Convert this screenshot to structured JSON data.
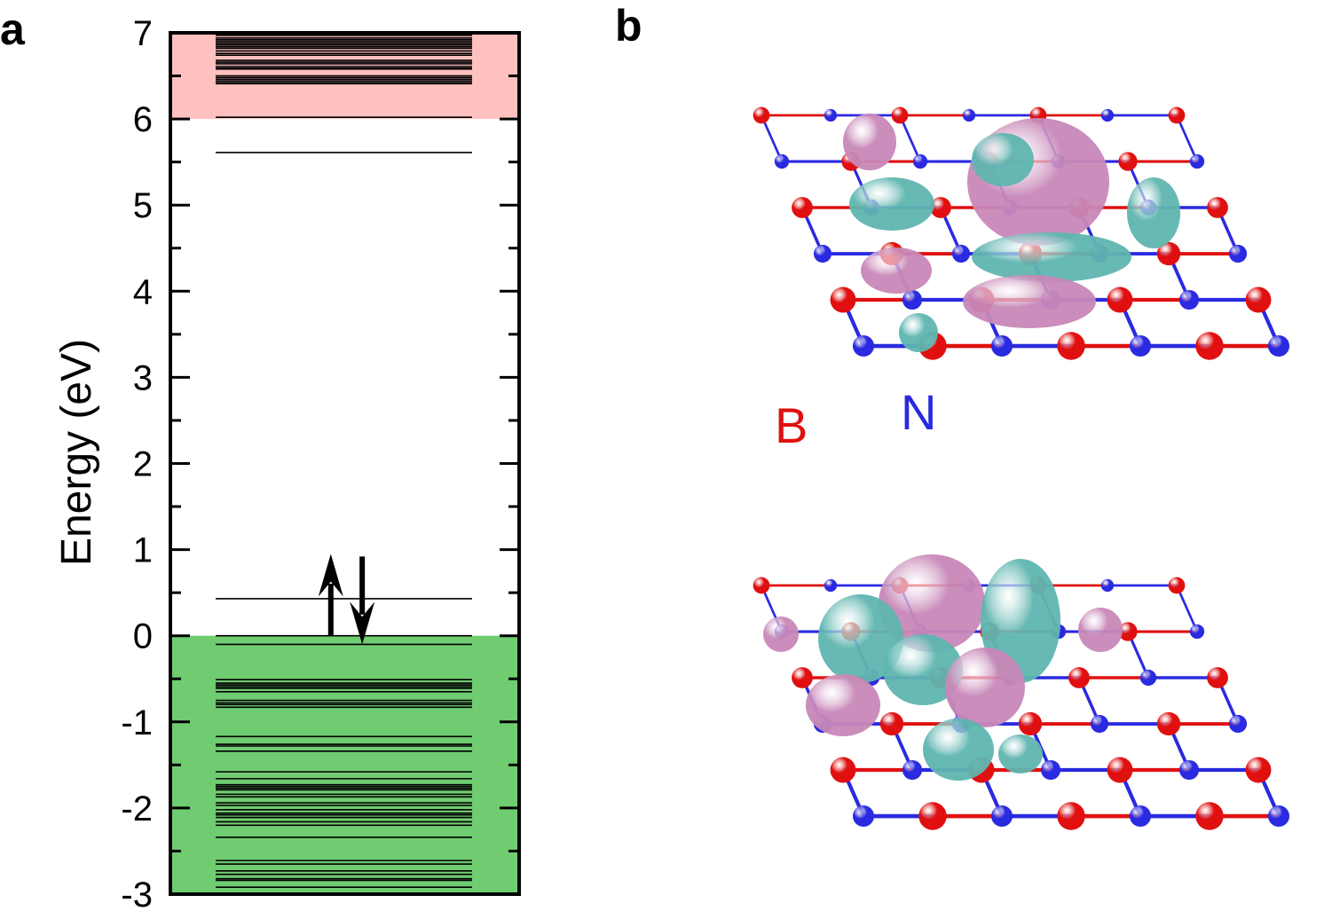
{
  "panels": {
    "a_label": "a",
    "b_label": "b"
  },
  "colors": {
    "conduction_band": "#ffc0c0",
    "valence_band": "#70cc70",
    "level_line": "#000000",
    "boron": "#e01010",
    "nitrogen": "#2a2ae0",
    "isosurface_positive": "#c888b8",
    "isosurface_negative": "#5fb5b0"
  },
  "chart_data": {
    "type": "energy_level_diagram",
    "title": "",
    "xlabel": "",
    "ylabel": "Energy (eV)",
    "ylim": [
      -3,
      7
    ],
    "yticks": [
      -3,
      -2,
      -1,
      0,
      1,
      2,
      3,
      4,
      5,
      6,
      7
    ],
    "ytick_labels": [
      "-3",
      "-2",
      "-1",
      "0",
      "1",
      "2",
      "3",
      "4",
      "5",
      "6",
      "7"
    ],
    "minor_tick_step": 0.5,
    "grid": false,
    "bands": [
      {
        "name": "conduction band",
        "from": 6.0,
        "to": 7.0,
        "color": "#ffc0c0"
      },
      {
        "name": "valence band",
        "from": -3.0,
        "to": 0.0,
        "color": "#70cc70"
      }
    ],
    "defect_levels": [
      {
        "energy": 5.61,
        "occupation": "empty"
      },
      {
        "energy": 0.43,
        "occupation": "doubly occupied (spin up + spin down)"
      }
    ],
    "spin_arrows": [
      {
        "direction": "up",
        "x_frac": 0.46,
        "from": 0.0,
        "to": 0.95
      },
      {
        "direction": "down",
        "x_frac": 0.55,
        "from": 0.92,
        "to": -0.1
      }
    ],
    "levels": [
      6.97,
      6.94,
      6.92,
      6.9,
      6.88,
      6.86,
      6.84,
      6.82,
      6.79,
      6.76,
      6.74,
      6.68,
      6.66,
      6.64,
      6.61,
      6.59,
      6.58,
      6.5,
      6.48,
      6.46,
      6.44,
      6.42,
      6.41,
      6.02,
      5.61,
      0.43,
      0.0,
      -0.1,
      -0.51,
      -0.55,
      -0.57,
      -0.59,
      -0.61,
      -0.65,
      -0.75,
      -0.78,
      -0.8,
      -0.83,
      -1.17,
      -1.26,
      -1.28,
      -1.34,
      -1.58,
      -1.66,
      -1.73,
      -1.75,
      -1.77,
      -1.79,
      -1.84,
      -1.87,
      -1.94,
      -1.97,
      -2.02,
      -2.06,
      -2.08,
      -2.11,
      -2.16,
      -2.2,
      -2.34,
      -2.61,
      -2.65,
      -2.73,
      -2.77,
      -2.82,
      -2.84,
      -2.92
    ]
  },
  "molecule_panel": {
    "atom_labels": [
      {
        "symbol": "B",
        "color": "#e01010"
      },
      {
        "symbol": "N",
        "color": "#2a2ae0"
      }
    ],
    "images": [
      {
        "name": "upper orbital isosurface on h-BN sheet"
      },
      {
        "name": "lower orbital isosurface on h-BN sheet"
      }
    ]
  }
}
